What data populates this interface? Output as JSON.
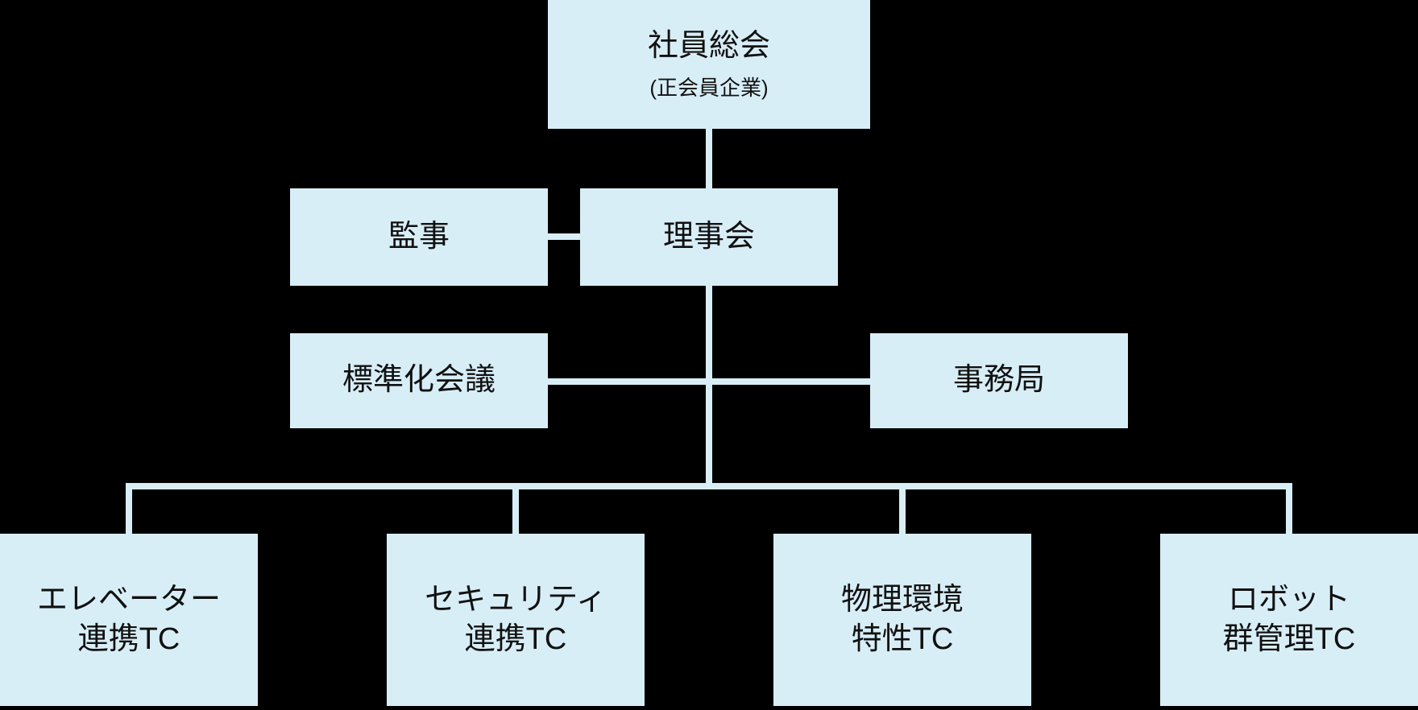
{
  "colors": {
    "background": "#000000",
    "box_fill": "#d8eef7",
    "line": "#d8eef7",
    "text": "#111111"
  },
  "nodes": {
    "general_meeting": {
      "label": "社員総会",
      "sublabel": "(正会員企業)"
    },
    "auditor": {
      "label": "監事"
    },
    "board": {
      "label": "理事会"
    },
    "standardization": {
      "label": "標準化会議"
    },
    "secretariat": {
      "label": "事務局"
    },
    "tc_elevator": {
      "line1": "エレベーター",
      "line2": "連携TC"
    },
    "tc_security": {
      "line1": "セキュリティ",
      "line2": "連携TC"
    },
    "tc_physical": {
      "line1": "物理環境",
      "line2": "特性TC"
    },
    "tc_robot_fleet": {
      "line1": "ロボット",
      "line2": "群管理TC"
    }
  }
}
